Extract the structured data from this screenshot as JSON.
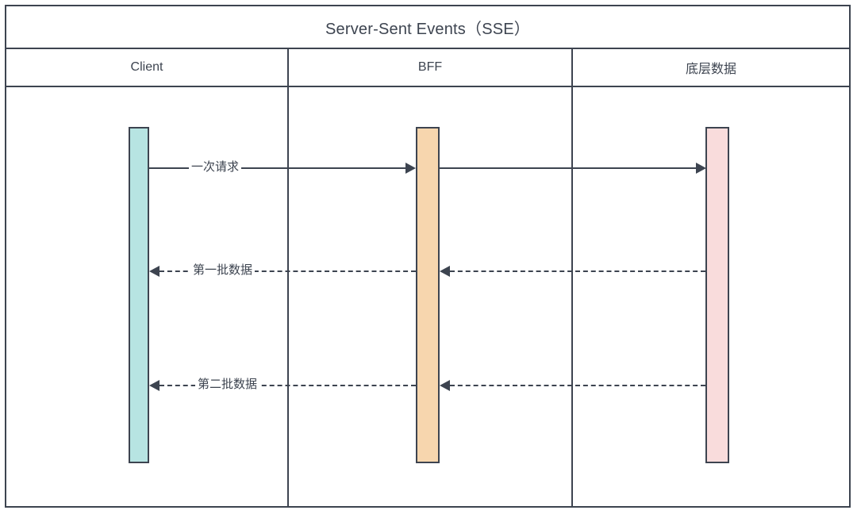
{
  "diagram": {
    "title": "Server-Sent Events（SSE）",
    "type": "sequence-diagram",
    "colors": {
      "stroke": "#3d4450",
      "background": "#ffffff",
      "client_bar": "#b7e4e2",
      "bff_bar": "#f7d6ae",
      "data_bar": "#f9dcdc"
    },
    "participants": [
      {
        "id": "client",
        "label": "Client"
      },
      {
        "id": "bff",
        "label": "BFF"
      },
      {
        "id": "data",
        "label": "底层数据"
      }
    ],
    "messages": [
      {
        "id": "m1",
        "label": "一次请求",
        "from": "client",
        "to": "bff",
        "style": "solid",
        "direction": "right"
      },
      {
        "id": "m1b",
        "label": "",
        "from": "bff",
        "to": "data",
        "style": "solid",
        "direction": "right"
      },
      {
        "id": "m2",
        "label": "第一批数据",
        "from": "bff",
        "to": "client",
        "style": "dashed",
        "direction": "left"
      },
      {
        "id": "m2b",
        "label": "",
        "from": "data",
        "to": "bff",
        "style": "dashed",
        "direction": "left"
      },
      {
        "id": "m3",
        "label": "第二批数据",
        "from": "bff",
        "to": "client",
        "style": "dashed",
        "direction": "left"
      },
      {
        "id": "m3b",
        "label": "",
        "from": "data",
        "to": "bff",
        "style": "dashed",
        "direction": "left"
      }
    ]
  }
}
